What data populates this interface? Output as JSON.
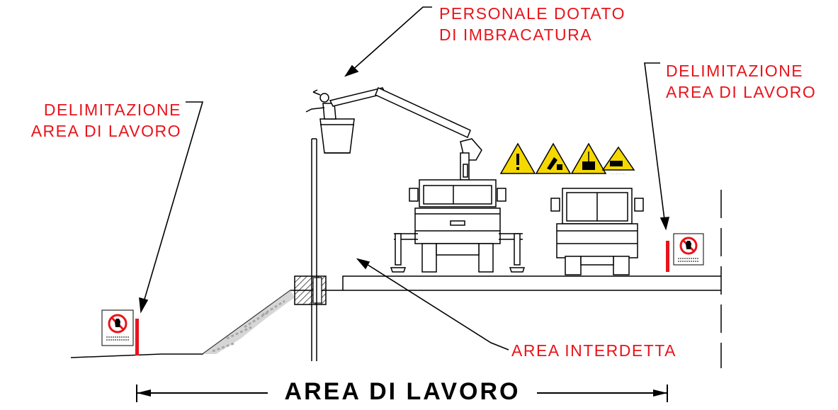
{
  "labels": {
    "personnel": [
      "PERSONALE DOTATO",
      "DI IMBRACATURA"
    ],
    "delimitation_left": [
      "DELIMITAZIONE",
      "AREA DI LAVORO"
    ],
    "delimitation_right": [
      "DELIMITAZIONE",
      "AREA DI LAVORO"
    ],
    "restricted_area": "AREA INTERDETTA",
    "work_area": "AREA DI LAVORO"
  },
  "colors": {
    "label_text": "#e8141b",
    "warning_sign": "#f5d800",
    "post": "#e8141b",
    "lines": "#000000"
  },
  "icons": [
    "exclamation-warning-icon",
    "falling-load-warning-icon",
    "suspended-load-warning-icon",
    "vehicle-manoeuvre-warning-icon",
    "no-entry-sign-icon"
  ]
}
